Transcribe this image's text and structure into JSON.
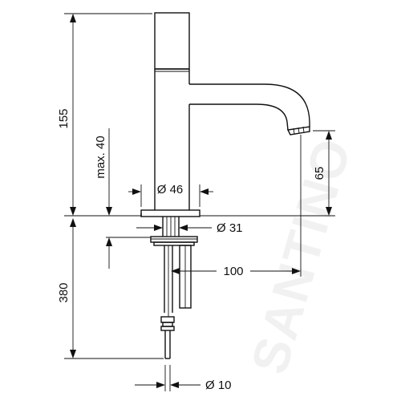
{
  "drawing": {
    "watermark": "SANTINO",
    "dimensions": {
      "height_total": "155",
      "max_depth": "max. 40",
      "spout_height": "65",
      "base_diameter": "Ø 46",
      "hole_diameter": "Ø 31",
      "spout_reach": "100",
      "hose_length": "380",
      "connector_diameter": "Ø 10"
    }
  }
}
